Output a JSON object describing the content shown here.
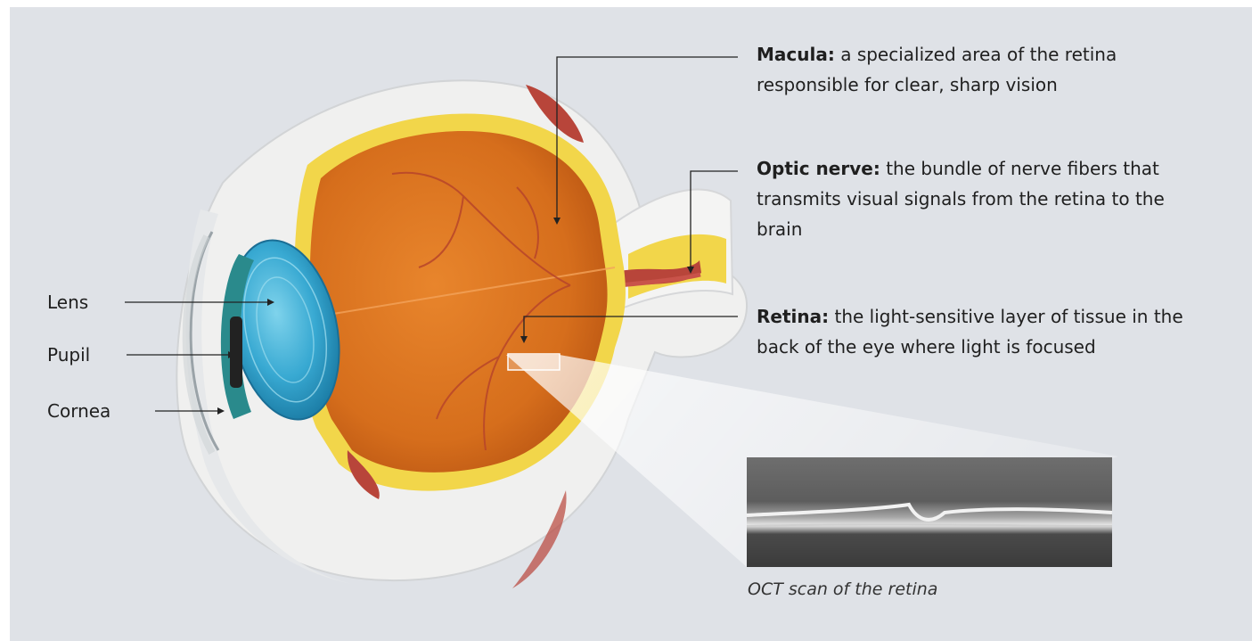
{
  "left_labels": {
    "lens": "Lens",
    "pupil": "Pupil",
    "cornea": "Cornea"
  },
  "callouts": {
    "macula": {
      "term": "Macula:",
      "definition": "a specialized area of the retina responsible for clear, sharp vision"
    },
    "optic_nerve": {
      "term": "Optic nerve:",
      "definition": "the bundle of nerve fibers that transmits visual signals from the retina to the brain"
    },
    "retina": {
      "term": "Retina:",
      "definition": "the light-sensitive layer of tissue in the back of the eye where light is focused"
    }
  },
  "oct_caption": "OCT scan of the retina",
  "colors": {
    "background": "#dfe2e7",
    "vitreous": "#d9731f",
    "retina_yellow": "#f2d64a",
    "lens_blue": "#35a9cf",
    "sclera": "#f1f1f0",
    "muscle_red": "#b8453a"
  }
}
